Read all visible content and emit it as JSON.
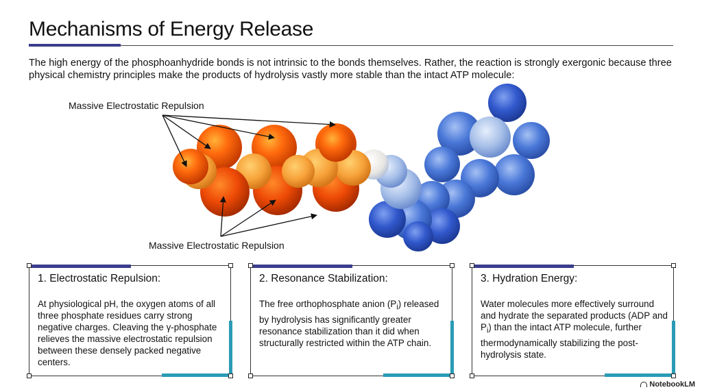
{
  "page": {
    "title": "Mechanisms of Energy Release",
    "intro": "The high energy of the phosphoanhydride bonds is not intrinsic to the bonds themselves. Rather, the reaction is strongly exergonic because three physical chemistry principles make the products of hydrolysis vastly more stable than the intact ATP molecule:"
  },
  "diagram": {
    "callout_top": "Massive Electrostatic Repulsion",
    "callout_bottom": "Massive Electrostatic Repulsion"
  },
  "cards": [
    {
      "heading": "1. Electrostatic Repulsion:",
      "body": "At physiological pH, the oxygen atoms of all three phosphate residues carry strong negative charges. Cleaving the γ-phosphate relieves the massive electrostatic repulsion between these densely packed negative centers."
    },
    {
      "heading": "2. Resonance Stabilization:",
      "body_before": "The free orthophosphate anion (P",
      "body_sub": "i",
      "body_after": ") released by hydrolysis has significantly greater resonance stabilization than it did when structurally restricted within the ATP chain."
    },
    {
      "heading": "3. Hydration Energy:",
      "body_before": "Water molecules more effectively surround and hydrate the separated products (ADP and P",
      "body_sub": "i",
      "body_after": ") than the intact ATP molecule, further thermodynamically stabilizing the post-hydrolysis state."
    }
  ],
  "brand": {
    "label": "NotebookLM"
  },
  "colors": {
    "accent_navy": "#3b3e8c",
    "accent_teal": "#2a9bb5",
    "phosphate_orange": "#ff6a0d",
    "adenosine_blue": "#4a78d8"
  }
}
